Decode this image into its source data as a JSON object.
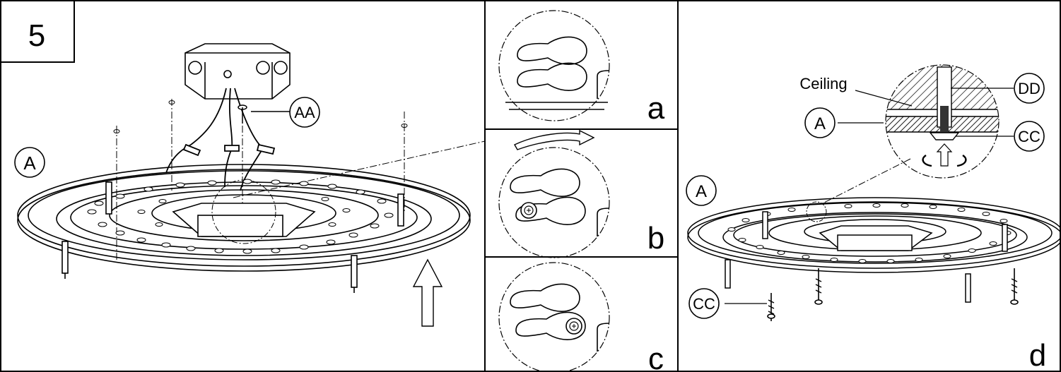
{
  "step": {
    "number": "5"
  },
  "left_panel": {
    "callouts": {
      "fixture": "A",
      "screw": "AA"
    }
  },
  "detail_a": {
    "letter": "a"
  },
  "detail_b": {
    "letter": "b"
  },
  "detail_c": {
    "letter": "c"
  },
  "detail_d": {
    "letter": "d",
    "callouts": {
      "fixture": "A",
      "fixture_inset": "A",
      "screw": "DD",
      "screw_bottom": "CC",
      "screw_inset": "CC"
    },
    "ceiling_label": "Ceiling"
  }
}
